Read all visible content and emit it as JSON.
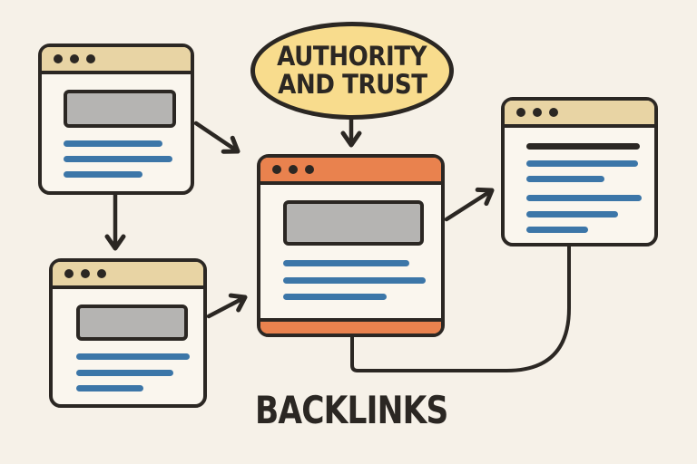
{
  "diagram_title": "Backlinks concept diagram",
  "bubble": {
    "text_line1": "AUTHORITY",
    "text_line2": "AND TRUST"
  },
  "caption": "BACKLINKS",
  "colors": {
    "background": "#f6f1e8",
    "ink": "#2b2723",
    "window_body": "#faf6ee",
    "tan_header": "#e8d4a4",
    "orange_header": "#e9824e",
    "yellow_bubble": "#f8dc8d",
    "blue_line": "#3c76a8",
    "gray_placeholder": "#b5b4b2"
  },
  "windows": [
    {
      "id": "top-left-window",
      "header_color": "tan_header",
      "dots": 3,
      "image": {
        "w": 124,
        "h": 42,
        "mt": 17
      },
      "lines": [
        {
          "name": "placeholder-text-line",
          "color": "blue_line",
          "w": 109,
          "mt": 14
        },
        {
          "name": "placeholder-text-line",
          "color": "blue_line",
          "w": 120,
          "mt": 10
        },
        {
          "name": "placeholder-text-line",
          "color": "blue_line",
          "w": 87,
          "mt": 10
        }
      ]
    },
    {
      "id": "bottom-left-window",
      "header_color": "tan_header",
      "dots": 3,
      "image": {
        "w": 123,
        "h": 40,
        "mt": 17
      },
      "lines": [
        {
          "name": "placeholder-text-line",
          "color": "blue_line",
          "w": 125,
          "mt": 14
        },
        {
          "name": "placeholder-text-line",
          "color": "blue_line",
          "w": 107,
          "mt": 11
        },
        {
          "name": "placeholder-text-line",
          "color": "blue_line",
          "w": 74,
          "mt": 10
        }
      ]
    },
    {
      "id": "center-window",
      "header_color": "orange_header",
      "footer_color": "orange_header",
      "dots": 3,
      "image": {
        "w": 155,
        "h": 50,
        "mt": 17
      },
      "lines": [
        {
          "name": "placeholder-text-line",
          "color": "blue_line",
          "w": 139,
          "mt": 16
        },
        {
          "name": "placeholder-text-line",
          "color": "blue_line",
          "w": 157,
          "mt": 12
        },
        {
          "name": "placeholder-text-line",
          "color": "blue_line",
          "w": 114,
          "mt": 11
        }
      ]
    },
    {
      "id": "right-window",
      "header_color": "tan_header",
      "dots": 3,
      "lines": [
        {
          "name": "placeholder-heading-line",
          "color": "ink",
          "w": 125,
          "mt": 17
        },
        {
          "name": "placeholder-text-line",
          "color": "blue_line",
          "w": 123,
          "mt": 12
        },
        {
          "name": "placeholder-text-line",
          "color": "blue_line",
          "w": 86,
          "mt": 10
        },
        {
          "name": "placeholder-text-line",
          "color": "blue_line",
          "w": 127,
          "mt": 14
        },
        {
          "name": "placeholder-text-line",
          "color": "blue_line",
          "w": 101,
          "mt": 11
        },
        {
          "name": "placeholder-text-line",
          "color": "blue_line",
          "w": 68,
          "mt": 10
        }
      ]
    }
  ],
  "connectors": [
    {
      "name": "arrow-topleft-to-center",
      "type": "arrow"
    },
    {
      "name": "arrow-topleft-to-bottomleft",
      "type": "arrow"
    },
    {
      "name": "arrow-bubble-to-center",
      "type": "arrow"
    },
    {
      "name": "arrow-bottomleft-to-center",
      "type": "arrow"
    },
    {
      "name": "arrow-center-to-right",
      "type": "arrow"
    },
    {
      "name": "link-center-to-right-elbow",
      "type": "line"
    }
  ]
}
